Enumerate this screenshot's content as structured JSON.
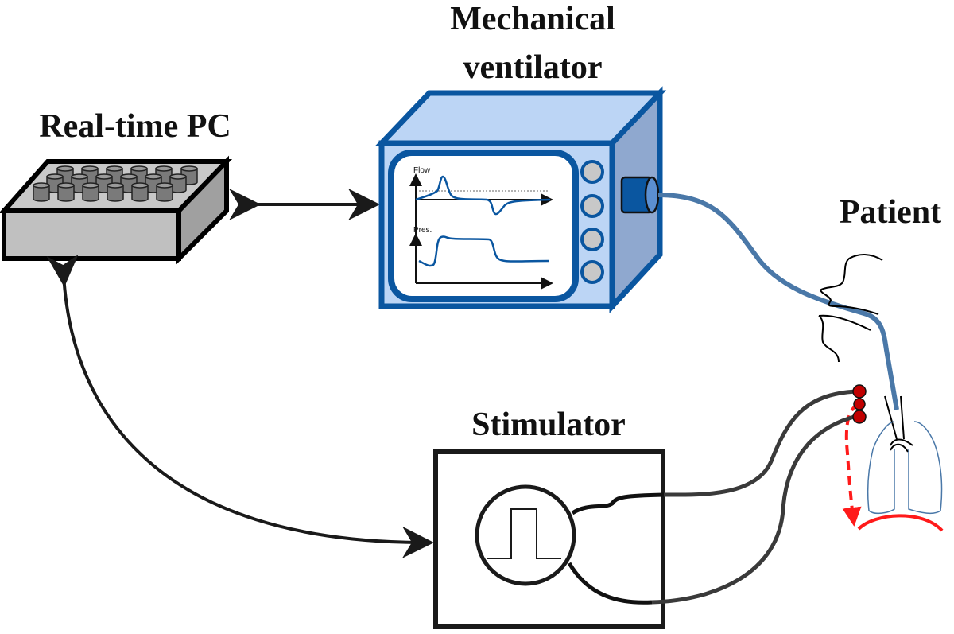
{
  "labels": {
    "real_time_pc": "Real-time PC",
    "ventilator_line1": "Mechanical",
    "ventilator_line2": "ventilator",
    "patient": "Patient",
    "stimulator": "Stimulator"
  },
  "screen": {
    "flow_label": "Flow",
    "pressure_label": "Pres."
  },
  "colors": {
    "ventilator_dark": "#0a56a0",
    "ventilator_light": "#bcd5f5",
    "ventilator_side": "#8fa8cf",
    "tube": "#4a78a8",
    "pc_top": "#c8c8c8",
    "pc_side": "#a0a0a0",
    "knob": "#7a7a7a",
    "electrode": "#c00000",
    "diaphragm": "#ff1a1a",
    "lung_outline": "#4a78a8"
  },
  "icons": {
    "pc": "computer-box-icon",
    "ventilator": "ventilator-monitor-icon",
    "stimulator": "pulse-generator-icon",
    "patient": "patient-airway-icon"
  }
}
